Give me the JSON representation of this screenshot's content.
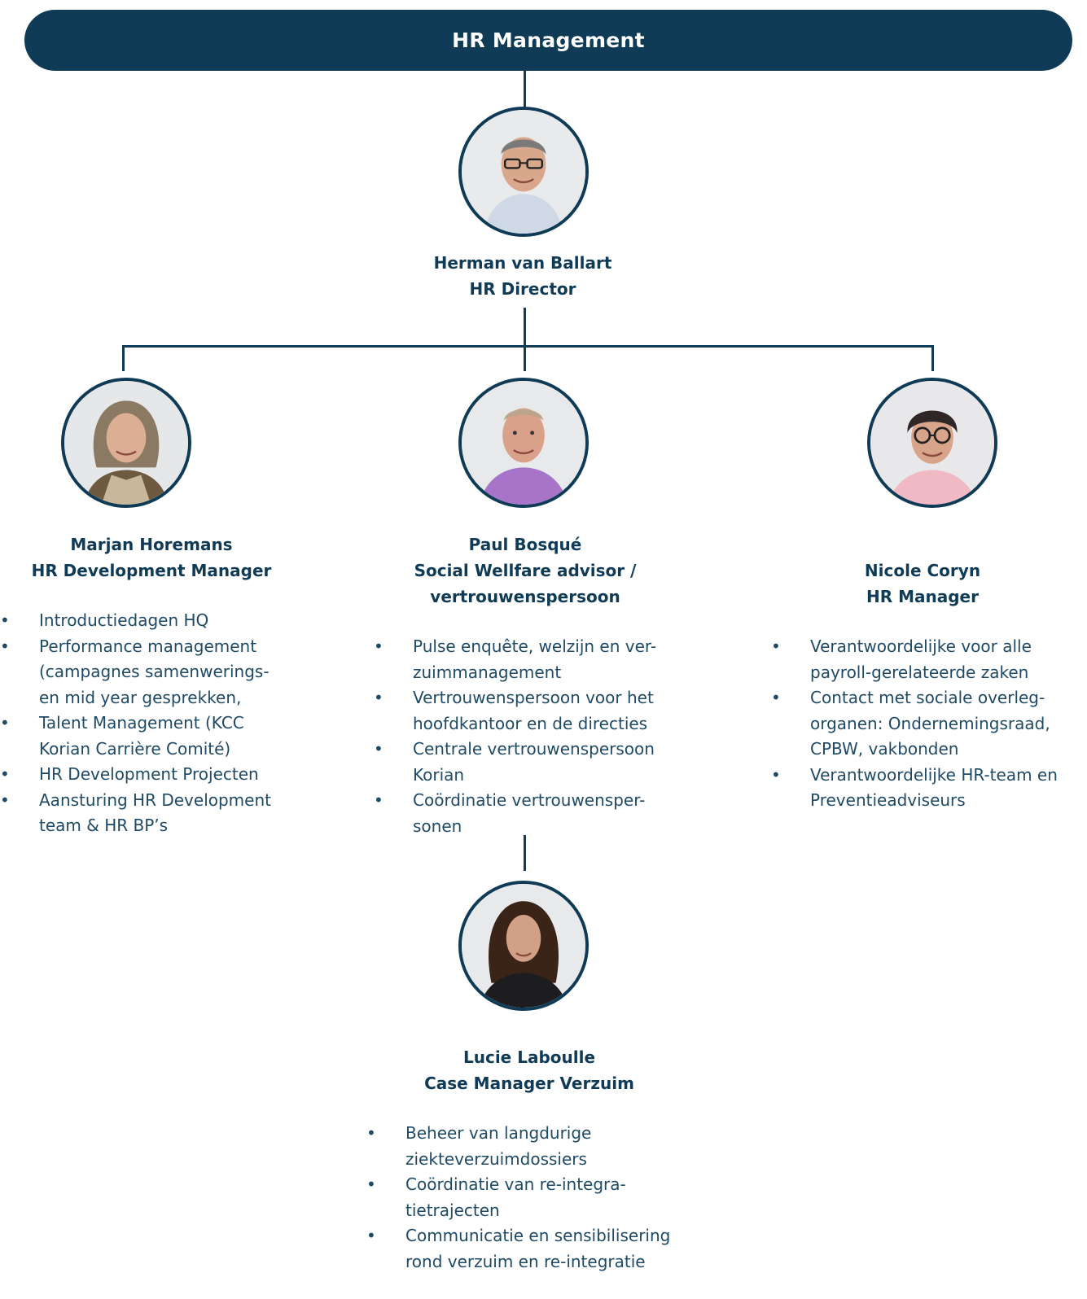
{
  "header": {
    "title": "HR Management"
  },
  "colors": {
    "primary": "#0f3b57",
    "text": "#1f4a66"
  },
  "bullet_symbol": "•",
  "director": {
    "name": "Herman van Ballart",
    "role": "HR Director",
    "photo_icon": "person-photo-icon"
  },
  "reports": [
    {
      "name": "Marjan Horemans",
      "role_lines": [
        "HR Development Manager"
      ],
      "bullets": [
        "Introductiedagen HQ",
        "Performance management\n(campagnes samenwerings-\nen mid year gesprekken,",
        "Talent Management (KCC\nKorian Carrière Comité)",
        "HR Development Projecten",
        "Aansturing HR Development\nteam & HR BP’s"
      ]
    },
    {
      "name": "Paul Bosqué",
      "role_lines": [
        "Social Wellfare advisor /",
        "vertrouwenspersoon"
      ],
      "bullets": [
        "Pulse enquête, welzijn en ver-\nzuimmanagement",
        "Vertrouwenspersoon voor het\nhoofdkantoor en de directies",
        "Centrale vertrouwenspersoon\nKorian",
        "Coördinatie vertrouwensper-\nsonen"
      ]
    },
    {
      "name": "Nicole Coryn",
      "role_lines": [
        "HR Manager"
      ],
      "bullets": [
        "Verantwoordelijke voor alle\npayroll-gerelateerde zaken",
        "Contact met sociale overleg-\norganen: Ondernemingsraad,\nCPBW, vakbonden",
        "Verantwoordelijke HR-team en\nPreventieadviseurs"
      ]
    }
  ],
  "sub_report": {
    "name": "Lucie Laboulle",
    "role": "Case Manager Verzuim",
    "bullets": [
      "Beheer van langdurige\nziekteverzuimdossiers",
      "Coördinatie van re-integra-\ntietrajecten",
      "Communicatie en sensibilisering\nrond verzuim en re-integratie"
    ]
  }
}
